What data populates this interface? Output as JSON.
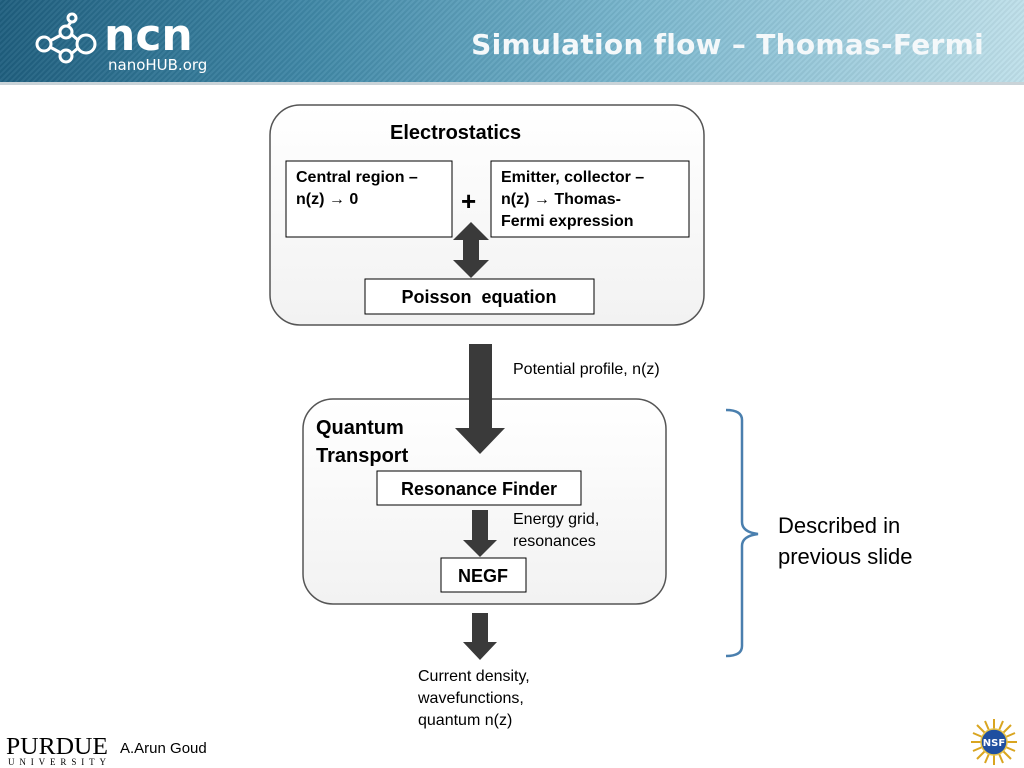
{
  "header": {
    "logo_main": "ncn",
    "logo_sub": "nanoHUB.org",
    "title": "Simulation flow – Thomas-Fermi"
  },
  "diagram": {
    "electrostatics": {
      "title": "Electrostatics",
      "central_region": [
        "Central region –",
        "n(z) → 0"
      ],
      "plus": "+",
      "emitter_collector": [
        "Emitter, collector –",
        "n(z) → Thomas-",
        "Fermi expression"
      ],
      "poisson": "Poisson  equation"
    },
    "potential_label": "Potential profile, n(z)",
    "quantum_transport": {
      "title": [
        "Quantum",
        "Transport"
      ],
      "resonance_finder": "Resonance Finder",
      "energy_label": [
        "Energy grid,",
        "resonances"
      ],
      "negf": "NEGF"
    },
    "output_label": [
      "Current density,",
      "wavefunctions,",
      "quantum n(z)"
    ],
    "bracket_note": [
      "Described in",
      "previous slide"
    ]
  },
  "footer": {
    "university_main": "PURDUE",
    "university_sub": "UNIVERSITY",
    "author": "A.Arun Goud",
    "nsf": "NSF"
  },
  "colors": {
    "arrow": "#3a3a3a",
    "bracket": "#4a7fae",
    "box_border": "#555555",
    "header_dark": "#1f5f7f"
  }
}
